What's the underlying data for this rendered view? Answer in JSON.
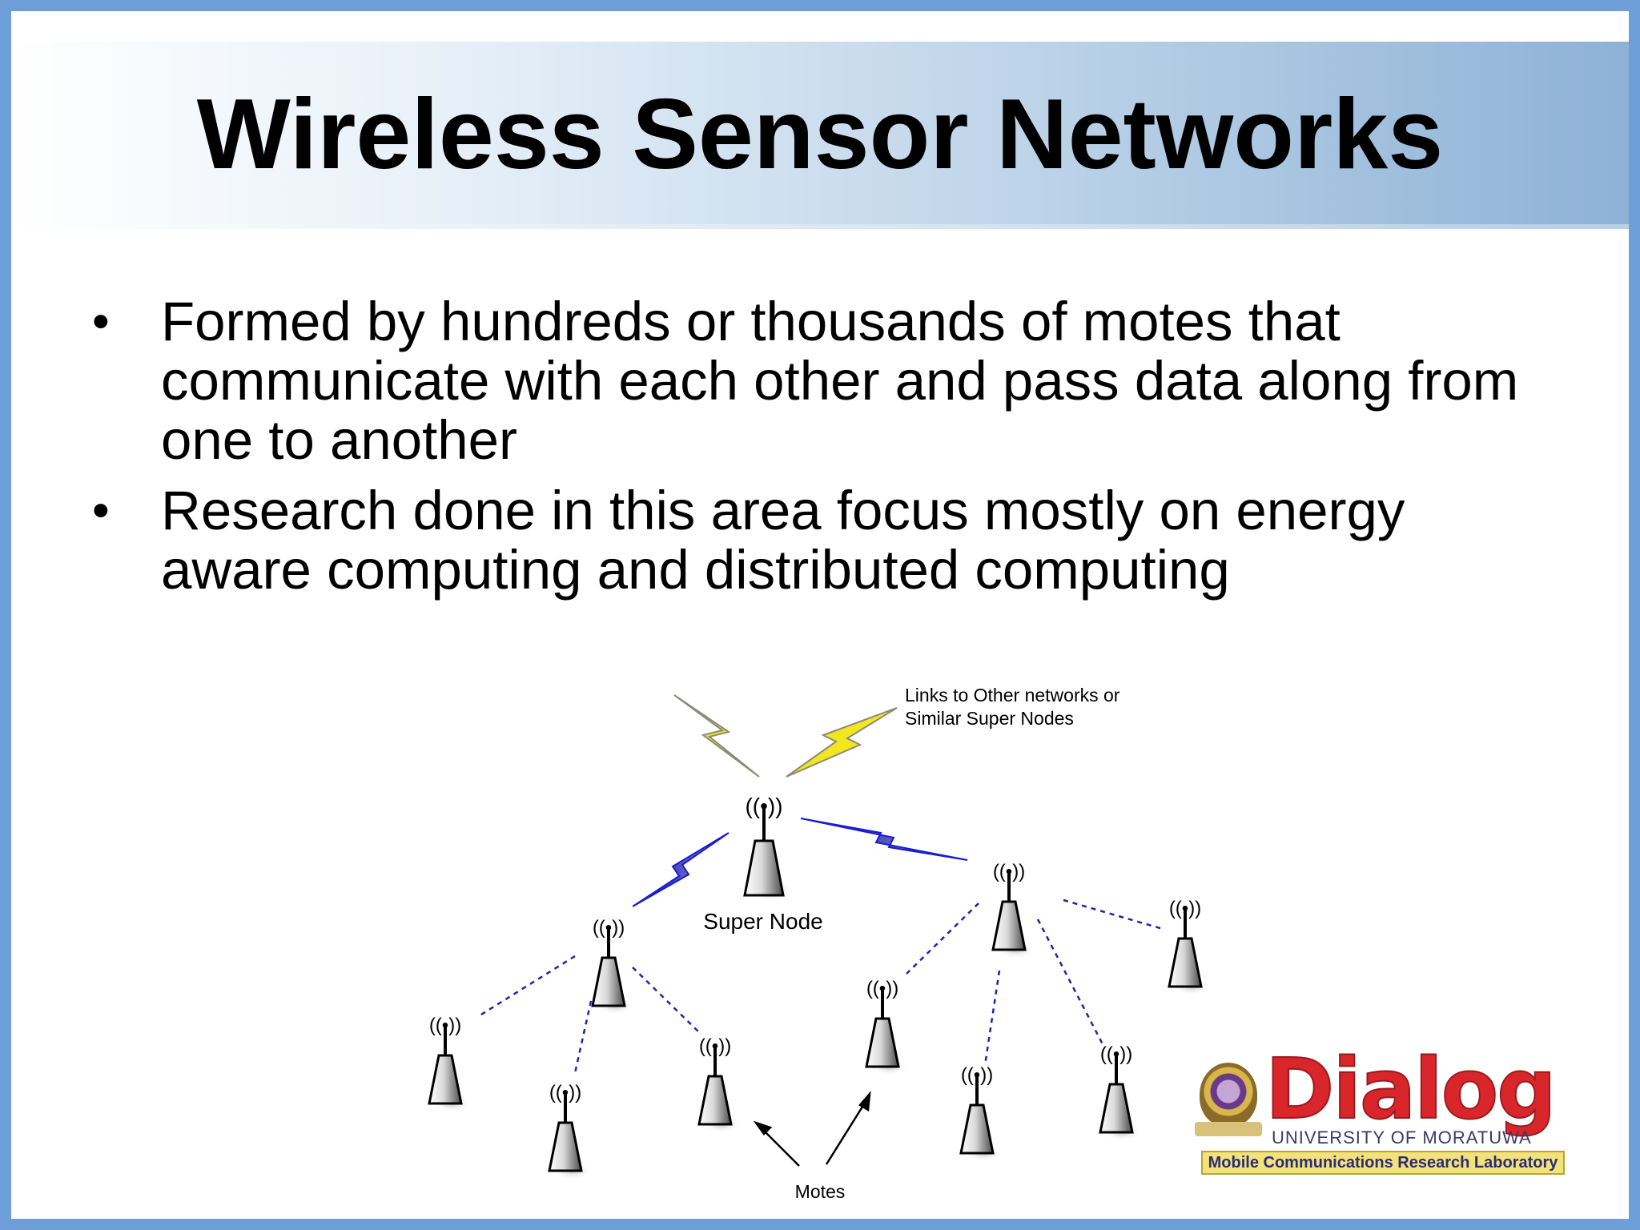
{
  "slide": {
    "title": "Wireless Sensor Networks",
    "bullets": [
      "Formed by hundreds or thousands of motes that communicate with each other and pass data along from one to another",
      "Research done in this area focus mostly on energy aware computing and distributed computing"
    ]
  },
  "diagram": {
    "links_label_line1": "Links to Other networks or",
    "links_label_line2": "Similar Super Nodes",
    "super_node_label": "Super Node",
    "motes_label": "Motes",
    "wireless_symbol": "((•))"
  },
  "logo": {
    "brand": "Dialog",
    "university": "UNIVERSITY  OF  MORATUWA",
    "lab": "Mobile Communications Research Laboratory"
  },
  "colors": {
    "frame": "#6f9fd8",
    "outer_lightning": "#f0e020",
    "inner_lightning": "#1b1bd0",
    "dashed_link": "#2222aa",
    "brand_red": "#d8262b"
  }
}
